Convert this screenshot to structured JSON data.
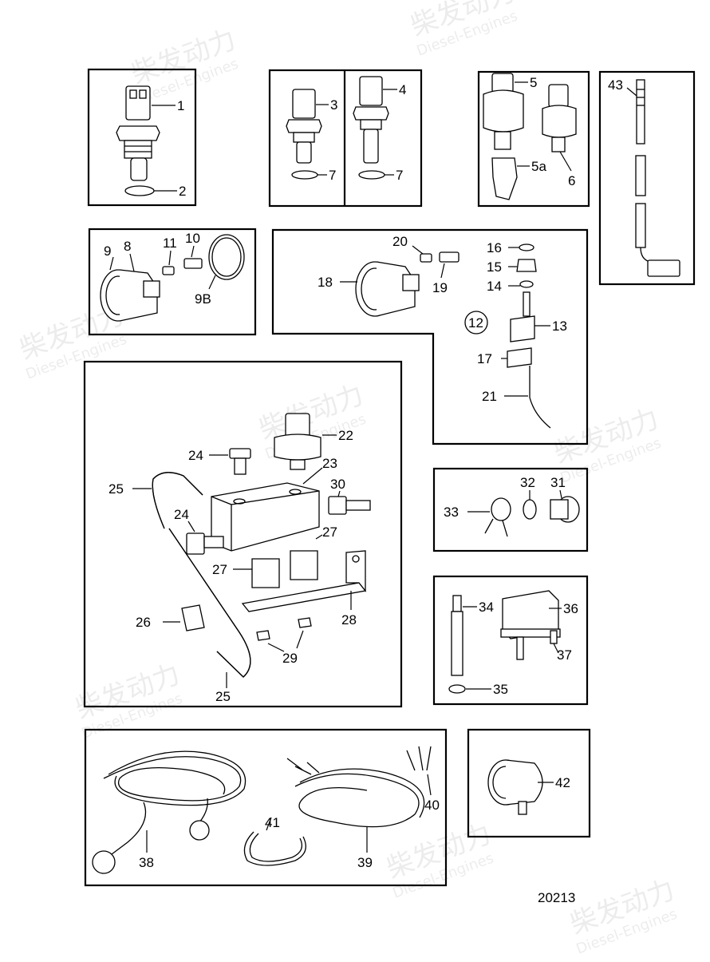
{
  "watermark": {
    "chinese": "柴发动力",
    "english": "Diesel-Engines"
  },
  "drawing_code": "20213",
  "part_labels": {
    "p1": "1",
    "p2": "2",
    "p3": "3",
    "p4": "4",
    "p5": "5",
    "p5a": "5a",
    "p6": "6",
    "p7a": "7",
    "p7b": "7",
    "p8": "8",
    "p9": "9",
    "p9b": "9B",
    "p10": "10",
    "p11": "11",
    "p12": "12",
    "p13": "13",
    "p14": "14",
    "p15": "15",
    "p16": "16",
    "p17": "17",
    "p18": "18",
    "p19": "19",
    "p20": "20",
    "p21": "21",
    "p22": "22",
    "p23": "23",
    "p24a": "24",
    "p24b": "24",
    "p25a": "25",
    "p25b": "25",
    "p26": "26",
    "p27a": "27",
    "p27b": "27",
    "p28": "28",
    "p29": "29",
    "p30": "30",
    "p31": "31",
    "p32": "32",
    "p33": "33",
    "p34": "34",
    "p35": "35",
    "p36": "36",
    "p37": "37",
    "p38": "38",
    "p39": "39",
    "p40": "40",
    "p41": "41",
    "p42": "42",
    "p43": "43"
  }
}
